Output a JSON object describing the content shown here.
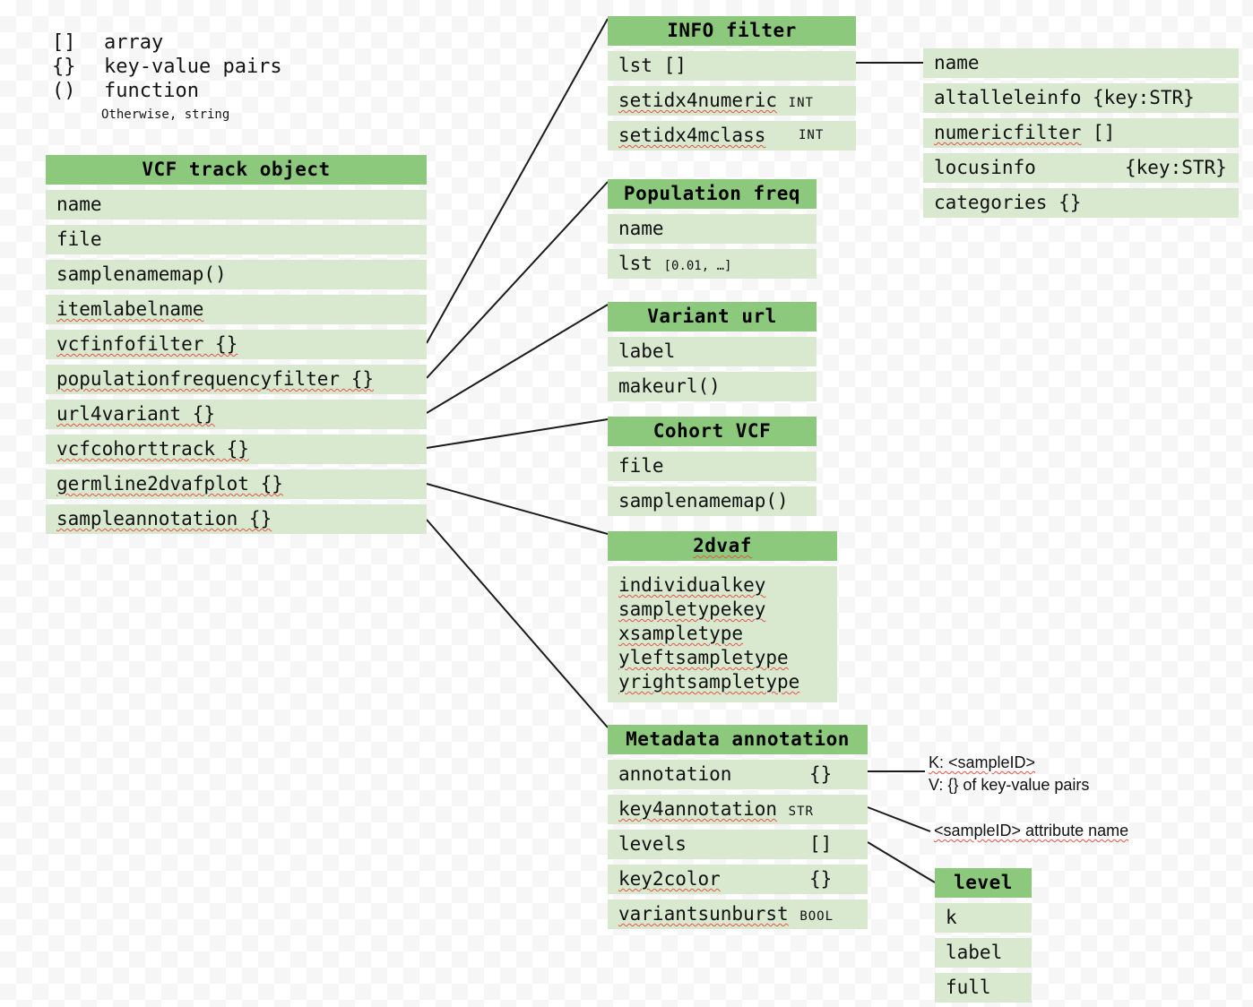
{
  "legend": {
    "rows": [
      {
        "symbol": "[]",
        "meaning": "array"
      },
      {
        "symbol": "{}",
        "meaning": "key-value pairs"
      },
      {
        "symbol": "()",
        "meaning": "function"
      }
    ],
    "note": "Otherwise, string"
  },
  "vcf_track": {
    "title": "VCF track object",
    "rows": [
      {
        "label": "name"
      },
      {
        "label": "file"
      },
      {
        "label": "samplenamemap()"
      },
      {
        "label": "itemlabelname"
      },
      {
        "label": "vcfinfofilter {}"
      },
      {
        "label": "populationfrequencyfilter {}"
      },
      {
        "label": "url4variant {}"
      },
      {
        "label": "vcfcohorttrack {}"
      },
      {
        "label": "germline2dvafplot {}"
      },
      {
        "label": "sampleannotation {}"
      }
    ]
  },
  "info_filter": {
    "title": "INFO filter",
    "rows": [
      {
        "label": "lst []",
        "type": ""
      },
      {
        "label": "setidx4numeric",
        "type": "INT"
      },
      {
        "label": "setidx4mclass",
        "type": "INT"
      }
    ]
  },
  "info_item": {
    "rows": [
      {
        "label": "name",
        "type": ""
      },
      {
        "label": "altalleleinfo",
        "type": "{key:STR}"
      },
      {
        "label": "numericfilter",
        "type": "[]"
      },
      {
        "label": "locusinfo",
        "type": "{key:STR}"
      },
      {
        "label": "categories",
        "type": "{}"
      }
    ]
  },
  "population_freq": {
    "title": "Population freq",
    "rows": [
      {
        "label": "name",
        "value": ""
      },
      {
        "label": "lst",
        "value": "[0.01, …]"
      }
    ]
  },
  "variant_url": {
    "title": "Variant url",
    "rows": [
      {
        "label": "label"
      },
      {
        "label": "makeurl()"
      }
    ]
  },
  "cohort_vcf": {
    "title": "Cohort VCF",
    "rows": [
      {
        "label": "file"
      },
      {
        "label": "samplenamemap()"
      }
    ]
  },
  "twodvaf": {
    "title": "2dvaf",
    "items": [
      "individualkey",
      "sampletypekey",
      "xsampletype",
      "yleftsampletype",
      "yrightsampletype"
    ]
  },
  "metadata_annotation": {
    "title": "Metadata annotation",
    "rows": [
      {
        "label": "annotation",
        "type": "{}"
      },
      {
        "label": "key4annotation",
        "type": "STR"
      },
      {
        "label": "levels",
        "type": "[]"
      },
      {
        "label": "key2color",
        "type": "{}"
      },
      {
        "label": "variantsunburst",
        "type": "BOOL"
      }
    ]
  },
  "annotations": {
    "annotation_kv_line1": "K: <sampleID>",
    "annotation_kv_line2": "V: {} of key-value pairs",
    "key4annotation_note": "<sampleID> attribute name"
  },
  "level": {
    "title": "level",
    "rows": [
      {
        "label": "k"
      },
      {
        "label": "label"
      },
      {
        "label": "full"
      }
    ]
  },
  "colors": {
    "header_green": "#8dc97d",
    "row_green": "#d8e9cf",
    "line": "#1b1b1b",
    "text": "#101010",
    "spellcheck": "#e8534a"
  }
}
